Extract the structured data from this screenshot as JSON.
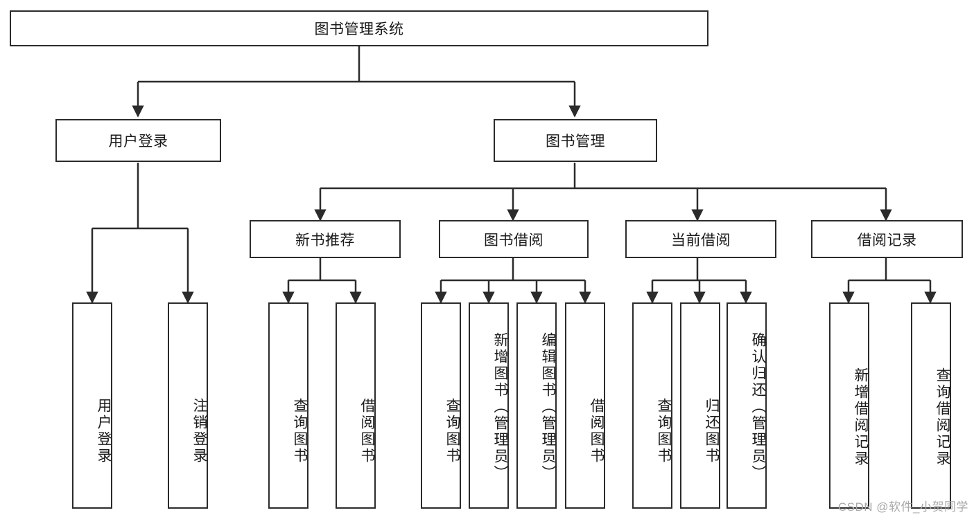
{
  "diagram": {
    "title_node": {
      "label": "图书管理系统"
    },
    "level2": [
      {
        "id": "user-login",
        "label": "用户登录"
      },
      {
        "id": "book-management",
        "label": "图书管理"
      }
    ],
    "level3": [
      {
        "id": "new-book-recommend",
        "label": "新书推荐"
      },
      {
        "id": "book-borrow",
        "label": "图书借阅"
      },
      {
        "id": "current-borrow",
        "label": "当前借阅"
      },
      {
        "id": "borrow-record",
        "label": "借阅记录"
      }
    ],
    "leaves": [
      {
        "id": "leaf-user-login",
        "label": "用户登录",
        "parent": "user-login"
      },
      {
        "id": "leaf-user-logout",
        "label": "注销登录",
        "parent": "user-login"
      },
      {
        "id": "leaf-query-book-1",
        "label": "查询图书",
        "parent": "new-book-recommend"
      },
      {
        "id": "leaf-borrow-book-1",
        "label": "借阅图书",
        "parent": "new-book-recommend"
      },
      {
        "id": "leaf-query-book-2",
        "label": "查询图书",
        "parent": "book-borrow"
      },
      {
        "id": "leaf-add-book",
        "label": "新增图书（管理员）",
        "parent": "book-borrow"
      },
      {
        "id": "leaf-edit-book",
        "label": "编辑图书（管理员）",
        "parent": "book-borrow"
      },
      {
        "id": "leaf-borrow-book-2",
        "label": "借阅图书",
        "parent": "book-borrow"
      },
      {
        "id": "leaf-query-book-3",
        "label": "查询图书",
        "parent": "current-borrow"
      },
      {
        "id": "leaf-return-book",
        "label": "归还图书",
        "parent": "current-borrow"
      },
      {
        "id": "leaf-confirm-return",
        "label": "确认归还（管理员）",
        "parent": "current-borrow"
      },
      {
        "id": "leaf-add-record",
        "label": "新增借阅记录",
        "parent": "borrow-record"
      },
      {
        "id": "leaf-query-record",
        "label": "查询借阅记录",
        "parent": "borrow-record"
      }
    ],
    "colors": {
      "stroke": "#2b2b2b",
      "background": "#ffffff",
      "text": "#1a1a1a",
      "watermark": "#a8a8a8"
    }
  },
  "watermark": {
    "text": "CSDN @软件_小贺同学"
  }
}
